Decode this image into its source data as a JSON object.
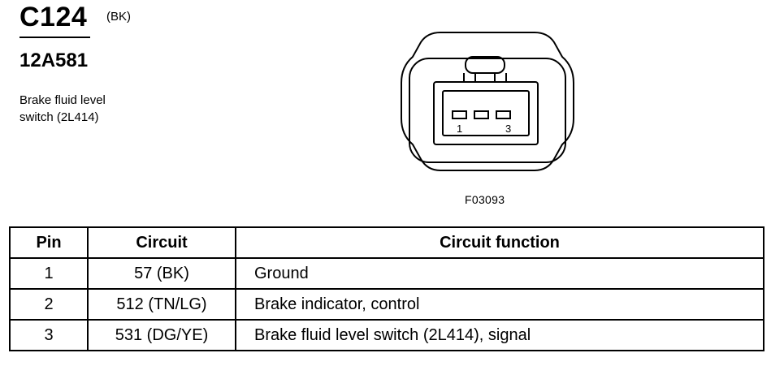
{
  "connector": {
    "id": "C124",
    "color": "(BK)",
    "part_number": "12A581",
    "description_line1": "Brake fluid level",
    "description_line2": "switch (2L414)"
  },
  "figure": {
    "code": "F03093",
    "pin_first": "1",
    "pin_last": "3",
    "pin_count": 3
  },
  "table": {
    "headers": {
      "pin": "Pin",
      "circuit": "Circuit",
      "function": "Circuit function"
    },
    "rows": [
      {
        "pin": "1",
        "circuit": "57 (BK)",
        "function": "Ground"
      },
      {
        "pin": "2",
        "circuit": "512 (TN/LG)",
        "function": "Brake indicator, control"
      },
      {
        "pin": "3",
        "circuit": "531 (DG/YE)",
        "function": "Brake fluid level switch (2L414), signal"
      }
    ]
  }
}
